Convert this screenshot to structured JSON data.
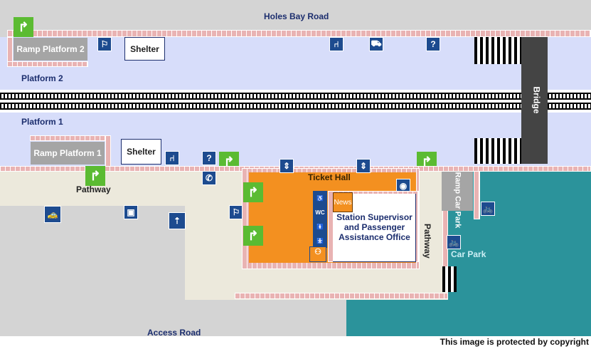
{
  "roads": {
    "top": "Holes Bay Road",
    "bottom": "Access Road"
  },
  "platforms": {
    "p2": "Platform 2",
    "p1": "Platform 1"
  },
  "ramps": {
    "p2": "Ramp Platform 2",
    "p1": "Ramp Platform 1",
    "car_park": "Ramp Car Park"
  },
  "shelter": "Shelter",
  "bridge": "Bridge",
  "pathway": "Pathway",
  "ticket_hall": "Ticket Hall",
  "news": "News",
  "office": "Station Supervisor and Passenger Assistance Office",
  "car_park": "Car Park",
  "wc": "WC",
  "copyright": "This image is protected by copyright",
  "colors": {
    "platform": "#d7ddfa",
    "ticket_hall": "#f39020",
    "car_park": "#2b939b",
    "icon": "#1d4b8f",
    "exit": "#5bbb32"
  }
}
